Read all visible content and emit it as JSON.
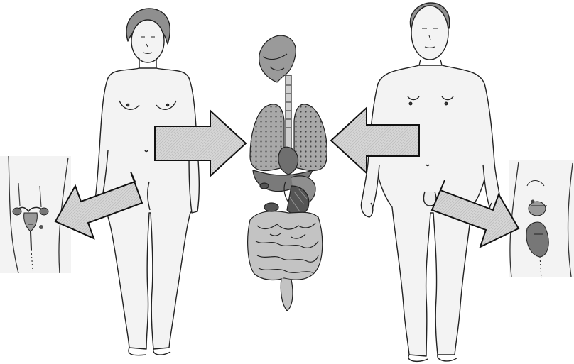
{
  "figures": {
    "female": {
      "icon": "female-body-icon",
      "skin": "#f2f2f2"
    },
    "male": {
      "icon": "male-body-icon",
      "skin": "#f2f2f2"
    },
    "organs": {
      "icon": "internal-organs-icon"
    },
    "female_reproductive": {
      "icon": "uterus-ovaries-icon"
    },
    "male_reproductive": {
      "icon": "testes-icon"
    }
  },
  "arrows": [
    {
      "id": "female-to-organs",
      "direction": "right",
      "icon": "arrow-right-icon"
    },
    {
      "id": "male-to-organs",
      "direction": "left",
      "icon": "arrow-left-icon"
    },
    {
      "id": "female-to-reproductive",
      "direction": "down-left",
      "icon": "arrow-down-left-icon"
    },
    {
      "id": "male-to-reproductive",
      "direction": "down-right",
      "icon": "arrow-down-right-icon"
    }
  ],
  "colors": {
    "line": "#111111",
    "arrow_fill": "#d9d9d9",
    "organ_dark": "#6f6f6f",
    "organ_mid": "#9a9a9a",
    "organ_light": "#cfcfcf",
    "inset_bg": "#f4f4f4"
  }
}
